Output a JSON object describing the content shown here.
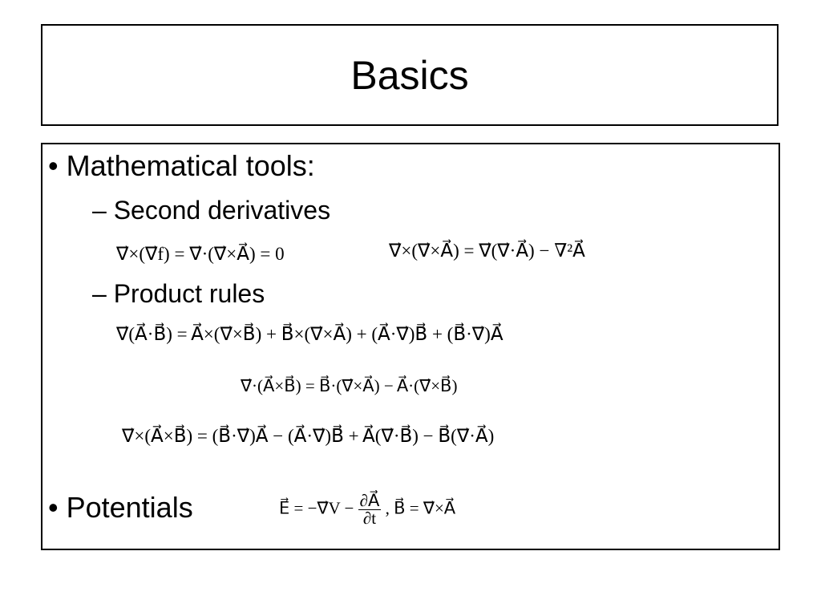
{
  "slide": {
    "title": "Basics",
    "bullets": {
      "tools": "• Mathematical tools:",
      "second_derivatives": "– Second derivatives",
      "product_rules": "– Product rules",
      "potentials": "• Potentials"
    },
    "equations": {
      "sd1": "∇⃗×(∇⃗f) = ∇⃗·(∇⃗×A⃗) = 0",
      "sd2": "∇⃗×(∇⃗×A⃗) = ∇⃗(∇⃗·A⃗) − ∇²A⃗",
      "pr1": "∇⃗(A⃗·B⃗) = A⃗×(∇⃗×B⃗) + B⃗×(∇⃗×A⃗) + (A⃗·∇⃗)B⃗ + (B⃗·∇⃗)A⃗",
      "pr2": "∇⃗·(A⃗×B⃗) = B⃗·(∇⃗×A⃗) − A⃗·(∇⃗×B⃗)",
      "pr3": "∇⃗×(A⃗×B⃗) = (B⃗·∇⃗)A⃗ − (A⃗·∇⃗)B⃗ + A⃗(∇⃗·B⃗) − B⃗(∇⃗·A⃗)",
      "pot_lhs": "E⃗ = −∇⃗V −",
      "pot_num": "∂A⃗",
      "pot_den": "∂t",
      "pot_rhs": ",   B⃗ = ∇⃗×A⃗"
    }
  }
}
